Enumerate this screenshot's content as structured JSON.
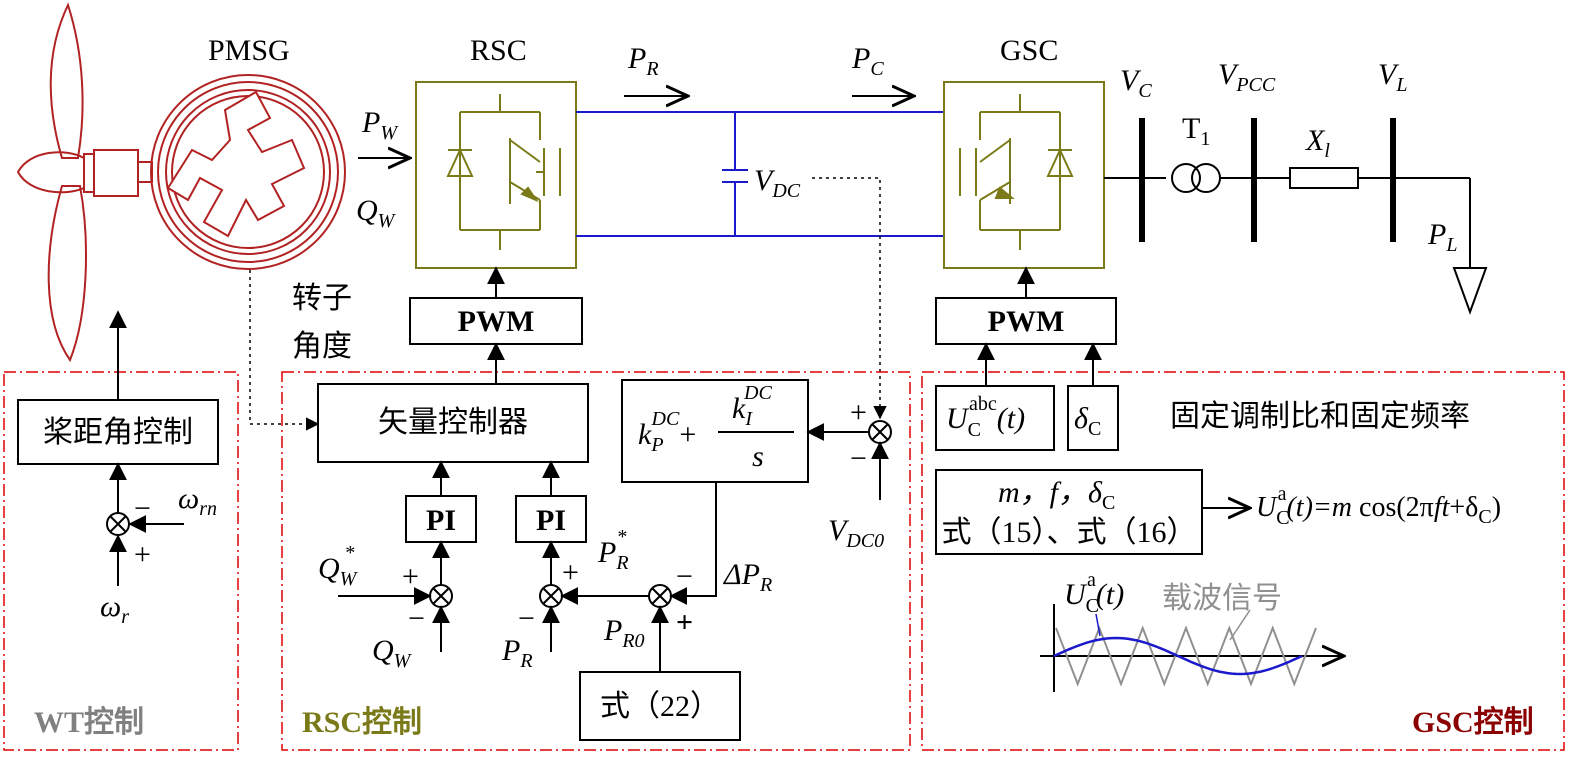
{
  "colors": {
    "rotor": "#b22222",
    "converter": "#7a7a18",
    "dc_link": "#1a1acc",
    "wt_text": "#808080",
    "rsc_text": "#7a7a18",
    "gsc_text": "#8b0000",
    "dash_box": "#e00000",
    "sine": "#1a1acc",
    "carrier": "#909090"
  },
  "top": {
    "pmsg": "PMSG",
    "rsc": "RSC",
    "gsc": "GSC",
    "pw": {
      "main": "P",
      "sub": "W"
    },
    "qw": {
      "main": "Q",
      "sub": "W"
    },
    "pr": {
      "main": "P",
      "sub": "R"
    },
    "pc": {
      "main": "P",
      "sub": "C"
    },
    "vdc": {
      "main": "V",
      "sub": "DC"
    },
    "vc": {
      "main": "V",
      "sub": "C"
    },
    "vpcc": {
      "main": "V",
      "sub": "PCC"
    },
    "vl": {
      "main": "V",
      "sub": "L"
    },
    "t1": {
      "main": "T",
      "sub": "1"
    },
    "xl": {
      "main": "X",
      "sub": "l"
    },
    "pl": {
      "main": "P",
      "sub": "L"
    },
    "rotor_angle_line1": "转子",
    "rotor_angle_line2": "角度"
  },
  "pwm_label": "PWM",
  "wt": {
    "title": "WT控制",
    "pitch_block": "桨距角控制",
    "omega_rn": {
      "main": "ω",
      "sub": "rn"
    },
    "omega_r": {
      "main": "ω",
      "sub": "r"
    },
    "minus": "−",
    "plus": "+"
  },
  "rsc_ctrl": {
    "title": "RSC控制",
    "vector_ctrl": "矢量控制器",
    "pi": "PI",
    "qw_star": {
      "main": "Q",
      "sub": "W",
      "sup": "*"
    },
    "qw": {
      "main": "Q",
      "sub": "W"
    },
    "pr_star": {
      "main": "P",
      "sub": "R",
      "sup": "*"
    },
    "pr": {
      "main": "P",
      "sub": "R"
    },
    "pr0": {
      "main": "P",
      "sub": "R0"
    },
    "delta_pr": {
      "main": "ΔP",
      "sub": "R"
    },
    "eq22": "式（22）",
    "kp": {
      "main": "k",
      "sub": "P",
      "sup": "DC"
    },
    "ki": {
      "main": "k",
      "sub": "I",
      "sup": "DC"
    },
    "plus_sign": "+",
    "s": "s",
    "vdc0": {
      "main": "V",
      "sub": "DC0"
    },
    "minus": "−",
    "plus": "+"
  },
  "gsc_ctrl": {
    "title": "GSC控制",
    "uc_abc": {
      "main": "U",
      "sub": "C",
      "sup": "abc",
      "tail": "(t)"
    },
    "delta_c": {
      "main": "δ",
      "sub": "C"
    },
    "fixed_text": "固定调制比和固定频率",
    "mfd_line": "m，f，δ",
    "mfd_sub": "C",
    "eq_line": "式（15）、式（16）",
    "formula": "U_C^a(t)=m cos(2πft+δ_C)",
    "formula_parts": {
      "u": "U",
      "u_sub": "C",
      "u_sup": "a",
      "mid": "(t)=",
      "m": "m",
      "cos": " cos(2π",
      "ft": "ft",
      "plus": "+δ",
      "d_sub": "C",
      "close": ")"
    },
    "sine_label": {
      "main": "U",
      "sub": "C",
      "sup": "a",
      "tail": "(t)"
    },
    "carrier_label": "载波信号"
  }
}
